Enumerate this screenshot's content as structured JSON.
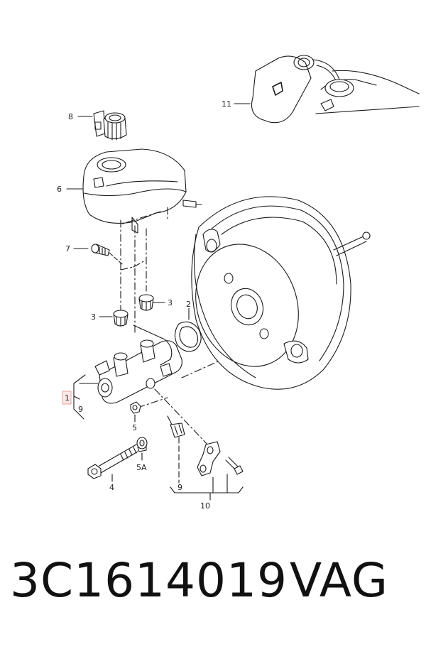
{
  "callouts": {
    "c1": "1",
    "c1_sub": "9",
    "c2": "2",
    "c3a": "3",
    "c3b": "3",
    "c4": "4",
    "c5": "5",
    "c5a": "5A",
    "c6": "6",
    "c7": "7",
    "c8": "8",
    "c9": "9",
    "c10": "10",
    "c11": "11"
  },
  "footer": {
    "part_number": "3C1614019",
    "brand": "VAG"
  },
  "colors": {
    "line": "#1a1a1a",
    "highlight_box": "#e8a0a0",
    "highlight_fill": "#fde8e8"
  }
}
